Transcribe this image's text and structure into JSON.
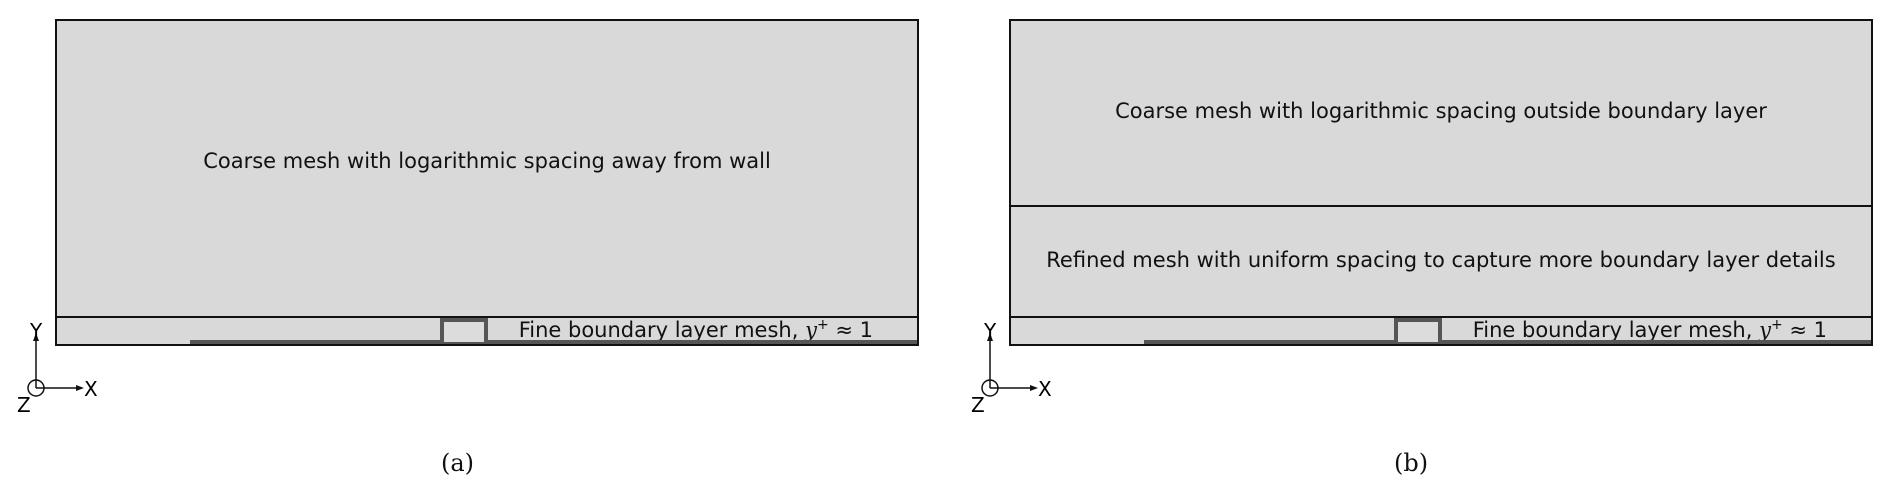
{
  "figure": {
    "panels": [
      {
        "id": "a",
        "caption": "(a)",
        "regions": [
          {
            "name": "coarse",
            "label": "Coarse mesh with logarithmic spacing away from wall"
          },
          {
            "name": "boundary",
            "label_text": "Fine boundary layer mesh, ",
            "math_var": "y",
            "math_sup": "+",
            "math_rest": " ≈ 1"
          }
        ]
      },
      {
        "id": "b",
        "caption": "(b)",
        "regions": [
          {
            "name": "coarse",
            "label": "Coarse mesh with logarithmic spacing outside boundary layer"
          },
          {
            "name": "refined",
            "label": "Refined mesh with uniform spacing to capture more boundary layer details"
          },
          {
            "name": "boundary",
            "label_text": "Fine boundary layer mesh, ",
            "math_var": "y",
            "math_sup": "+",
            "math_rest": " ≈ 1"
          }
        ]
      }
    ],
    "axes": {
      "x": "X",
      "y": "Y",
      "z": "Z"
    },
    "colors": {
      "region_fill": "#d9d9d9",
      "outline": "#111111",
      "wall": "#555555"
    }
  }
}
